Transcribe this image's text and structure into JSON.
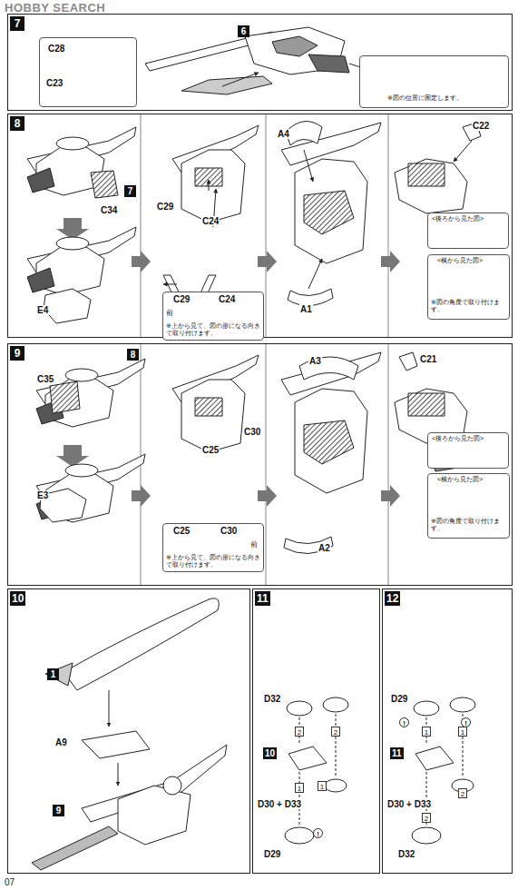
{
  "diagram": {
    "nodes": [
      {
        "text": [
          "7"
        ]
      },
      {
        "text": [
          "C28",
          "C23"
        ],
        "in": 0
      },
      {
        "text": [
          "※図の位置に固定します。"
        ],
        "in": 0
      },
      {
        "text": [
          "8"
        ]
      },
      {
        "text": [
          "C29",
          "C24",
          "前",
          "※上から見て、図の形になる向きで取り付けます。"
        ],
        "in": 3
      },
      {
        "text": [
          "<後ろから見た図>"
        ],
        "in": 3
      },
      {
        "text": [
          "<横から見た図>",
          "※図の角度で取り付けます。"
        ],
        "in": 3
      },
      {
        "text": [
          "9"
        ]
      },
      {
        "text": [
          "C25",
          "C30",
          "前",
          "※上から見て、図の形になる向きで取り付けます。"
        ],
        "in": 7
      },
      {
        "text": [
          "<後ろから見た図>"
        ],
        "in": 7
      },
      {
        "text": [
          "<横から見た図>",
          "※図の角度で取り付けます。"
        ],
        "in": 7
      },
      {
        "text": [
          "10"
        ]
      },
      {
        "text": [
          "11"
        ]
      },
      {
        "text": [
          "12"
        ]
      }
    ],
    "labels": [
      "HOBBY SEARCH",
      "07",
      "6",
      "7",
      "C34",
      "E4",
      "C29",
      "C24",
      "A4",
      "A1",
      "C22",
      "8",
      "C35",
      "E3",
      "C30",
      "C25",
      "A3",
      "A2",
      "C21",
      "1",
      "A9",
      "9",
      "D32",
      "2",
      "2",
      "10",
      "D30 + D33",
      "1",
      "1",
      "D29",
      "!",
      "D29",
      "!",
      "!",
      "1",
      "1",
      "11",
      "D30 + D33",
      "2",
      "2",
      "D32"
    ]
  }
}
